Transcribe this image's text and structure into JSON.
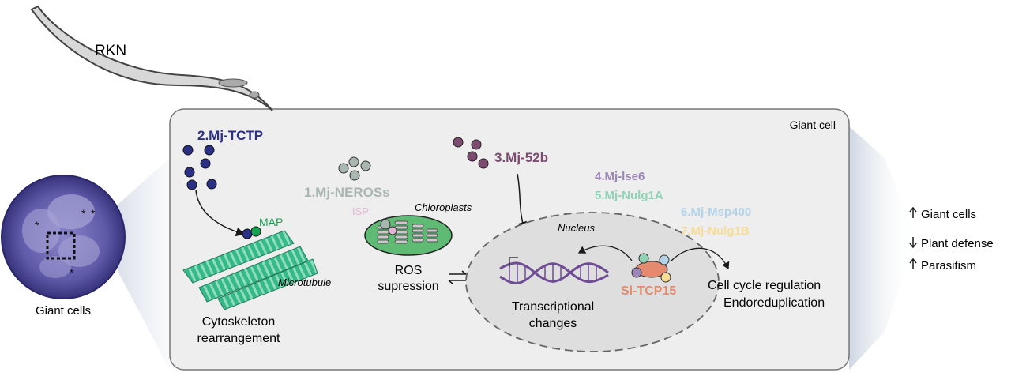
{
  "labels": {
    "rkn": "RKN",
    "giant_cells": "Giant cells",
    "giant_cell": "Giant cell",
    "mj_tctp": "2.Mj-TCTP",
    "map": "MAP",
    "microtubule": "Microtubule",
    "cytoskeleton_line1": "Cytoskeleton",
    "cytoskeleton_line2": "rearrangement",
    "mj_neross": "1.Mj-NEROSs",
    "isp": "ISP",
    "chloroplasts": "Chloroplasts",
    "ros_line1": "ROS",
    "ros_line2": "supression",
    "mj_52b": "3.Mj-52b",
    "mj_lse6": "4.Mj-lse6",
    "mj_nulg1a": "5.Mj-Nulg1A",
    "mj_msp400": "6.Mj-Msp400",
    "mj_nulg1b": "7.Mj-Nulg1B",
    "nucleus": "Nucleus",
    "transcriptional_line1": "Transcriptional",
    "transcriptional_line2": "changes",
    "sl_tcp15": "Sl-TCP15",
    "cell_cycle": "Cell cycle regulation",
    "endoreduplication": "Endoreduplication"
  },
  "outcomes": [
    {
      "arrow": "up",
      "label": "Giant cells"
    },
    {
      "arrow": "down",
      "label": "Plant defense"
    },
    {
      "arrow": "up",
      "label": "Parasitism"
    }
  ],
  "colors": {
    "tctp": "#2b2f86",
    "neross": "#a9b7b1",
    "isp": "#e4b4d7",
    "mj52b": "#7d4b6f",
    "lse6": "#9d86b8",
    "nulg1a": "#8ed3b4",
    "msp400": "#b3d3e8",
    "nulg1b": "#f7dc93",
    "tcp15": "#e48a6e",
    "map": "#12a451",
    "microtubule": "#34b98a",
    "chloroplast": "#5fbb74",
    "cell_bg": "#eeeeee",
    "nucleus_bg": "#dedede",
    "dna": "#6f4c95"
  },
  "icons": [
    "nematode-icon",
    "microtubule-icon",
    "chloroplast-icon",
    "dna-icon",
    "nucleus-icon",
    "tissue-section-icon"
  ]
}
